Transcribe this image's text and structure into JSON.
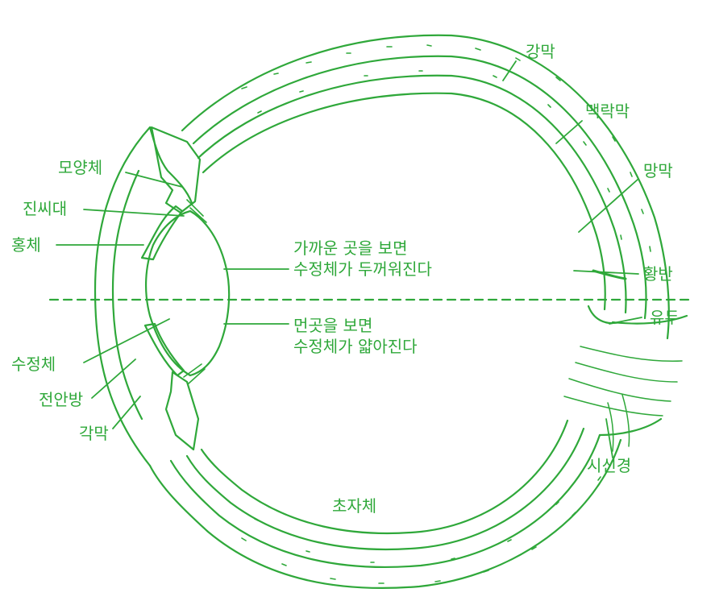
{
  "colors": {
    "ink": "#2fa83a",
    "background": "#ffffff"
  },
  "labels": {
    "sclera": "강막",
    "choroid": "맥락막",
    "retina": "망막",
    "macula": "황반",
    "optic_disc": "유두",
    "optic_nerve": "시신경",
    "ciliary_body": "모양체",
    "zonule": "진씨대",
    "iris": "홍체",
    "lens": "수정체",
    "anterior_chamber": "전안방",
    "cornea": "각막",
    "vitreous": "초자체"
  },
  "notes": {
    "near_line1": "가까운 곳을 보면",
    "near_line2": "수정체가 두꺼워진다",
    "far_line1": "먼곳을 보면",
    "far_line2": "수정체가 얇아진다"
  }
}
